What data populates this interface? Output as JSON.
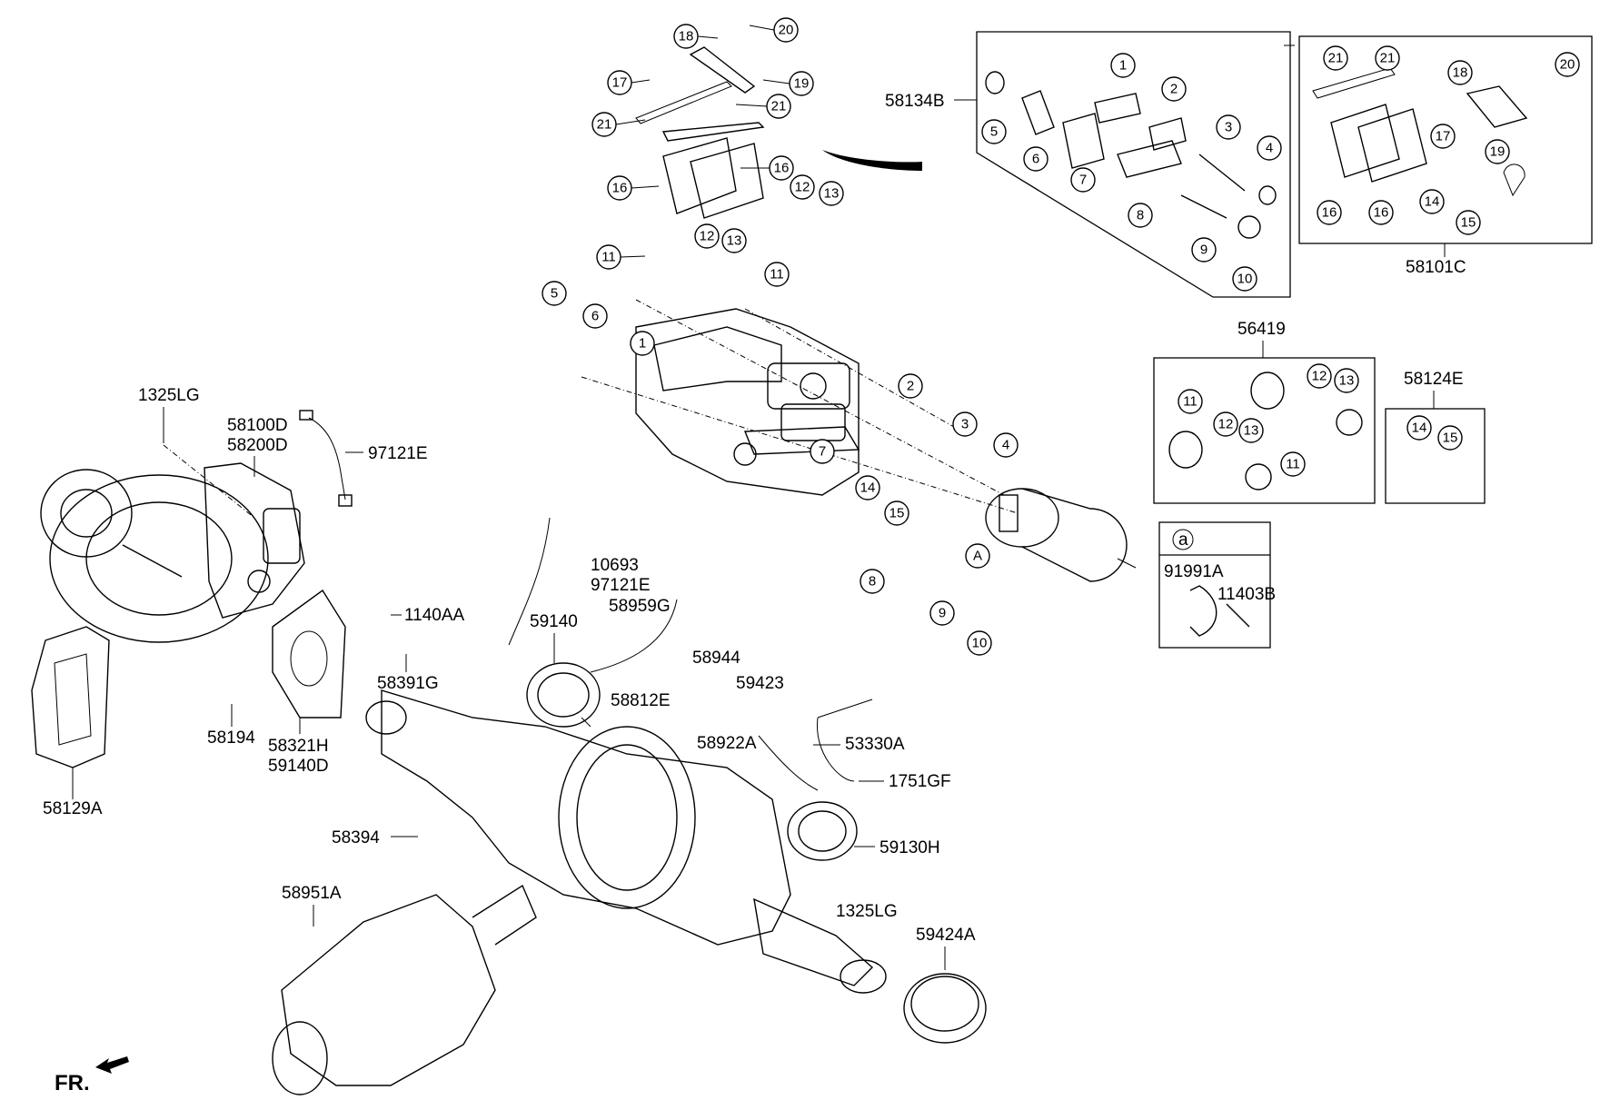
{
  "callouts": {
    "c18a": "18",
    "c20a": "20",
    "c17a": "17",
    "c19a": "19",
    "c21a": "21",
    "c21b": "21",
    "c16a": "16",
    "c16b": "16",
    "c12a": "12",
    "c13a": "13",
    "c11a": "11",
    "c12b": "12",
    "c13b": "13",
    "c11b": "11",
    "c5a": "5",
    "c6a": "6",
    "c1a": "1",
    "c2a": "2",
    "c3a": "3",
    "c4a": "4",
    "c7a": "7",
    "c14a": "14",
    "c15a": "15",
    "c8a": "8",
    "c9a": "9",
    "c10a": "10",
    "cA": "A",
    "k5": "5",
    "k6": "6",
    "k1": "1",
    "k2": "2",
    "k3": "3",
    "k4": "4",
    "k7": "7",
    "k8": "8",
    "k9": "9",
    "k10": "10",
    "r21a": "21",
    "r21b": "21",
    "r18": "18",
    "r20": "20",
    "r17": "17",
    "r19": "19",
    "r16a": "16",
    "r16b": "16",
    "r14": "14",
    "r15": "15",
    "s11a": "11",
    "s12a": "12",
    "s13a": "13",
    "s11b": "11",
    "s12b": "12",
    "s13b": "13",
    "t14": "14",
    "t15": "15"
  },
  "part_labels": {
    "p58134B": "58134B",
    "p58101C": "58101C",
    "p56419": "56419",
    "p58124E": "58124E",
    "p1325LG_top": "1325LG",
    "p58100D": "58100D",
    "p58200D": "58200D",
    "p97121E_a": "97121E",
    "p10693": "10693",
    "p97121E_b": "97121E",
    "p58959G": "58959G",
    "p59140": "59140",
    "p1140AA": "1140AA",
    "p58391G": "58391G",
    "p58944": "58944",
    "p58812E": "58812E",
    "p59423": "59423",
    "p58194": "58194",
    "p58321H": "58321H",
    "p59140D": "59140D",
    "p58922A": "58922A",
    "p53330A": "53330A",
    "p1751GF": "1751GF",
    "p58129A": "58129A",
    "p58394": "58394",
    "p59130H": "59130H",
    "p1325LG_bot": "1325LG",
    "p58951A": "58951A",
    "p59424A": "59424A",
    "p91991A": "91991A",
    "p11403B": "11403B"
  },
  "inset_a": {
    "label": "a"
  },
  "footer": {
    "fr": "FR."
  }
}
